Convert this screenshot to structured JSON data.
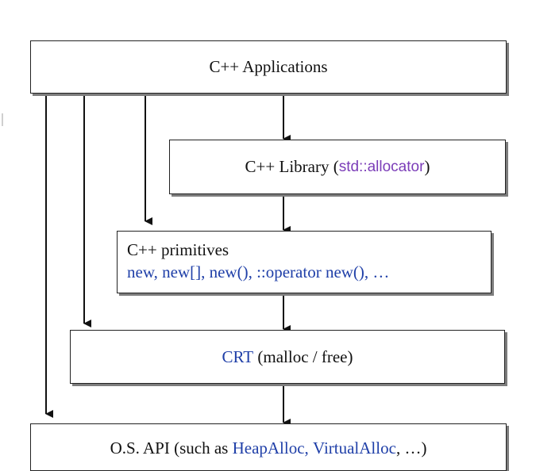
{
  "diagram": {
    "applications": {
      "label": "C++ Applications"
    },
    "library": {
      "label_prefix": "C++ Library (",
      "allocator": "std::allocator",
      "label_suffix": ")"
    },
    "primitives": {
      "title": "C++ primitives",
      "operators": "new, new[], new(), ::operator new(), …"
    },
    "crt": {
      "crt": "CRT",
      "functions": " (malloc / free)"
    },
    "os_api": {
      "prefix": "O.S. API (such as ",
      "heap_alloc": "HeapAlloc",
      "sep": ", ",
      "virtual_alloc": "VirtualAlloc",
      "suffix": ", …)"
    }
  },
  "colors": {
    "box_border": "#222222",
    "shadow": "#7d7d7d",
    "purple_text": "#7b3db8",
    "blue_text": "#1f3fa8",
    "arrow": "#111111"
  }
}
